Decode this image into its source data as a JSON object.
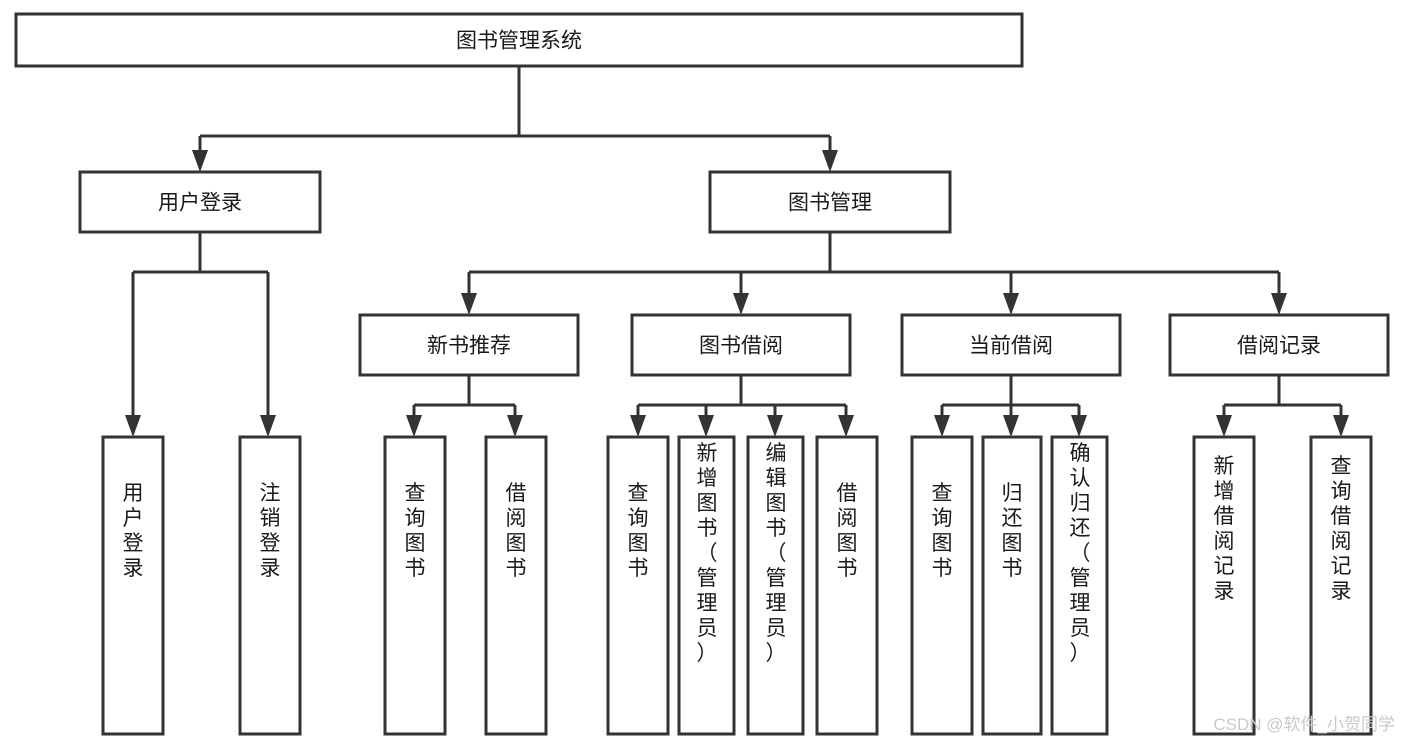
{
  "diagram": {
    "type": "tree-flowchart",
    "title_node": {
      "id": "root",
      "label": "图书管理系统"
    },
    "levels": [
      {
        "level": 1,
        "nodes": [
          {
            "id": "root",
            "label": "图书管理系统",
            "orientation": "horizontal"
          }
        ]
      },
      {
        "level": 2,
        "nodes": [
          {
            "id": "user-login",
            "label": "用户登录",
            "orientation": "horizontal",
            "parent": "root"
          },
          {
            "id": "book-manage",
            "label": "图书管理",
            "orientation": "horizontal",
            "parent": "root"
          }
        ]
      },
      {
        "level": 3,
        "nodes": [
          {
            "id": "new-book-rec",
            "label": "新书推荐",
            "orientation": "horizontal",
            "parent": "book-manage"
          },
          {
            "id": "book-borrow",
            "label": "图书借阅",
            "orientation": "horizontal",
            "parent": "book-manage"
          },
          {
            "id": "current-borrow",
            "label": "当前借阅",
            "orientation": "horizontal",
            "parent": "book-manage"
          },
          {
            "id": "borrow-record",
            "label": "借阅记录",
            "orientation": "horizontal",
            "parent": "book-manage"
          }
        ]
      },
      {
        "level": 4,
        "nodes": [
          {
            "id": "leaf-user-login",
            "label": "用户登录",
            "orientation": "vertical",
            "parent": "user-login"
          },
          {
            "id": "leaf-logout",
            "label": "注销登录",
            "orientation": "vertical",
            "parent": "user-login"
          },
          {
            "id": "leaf-query-book-1",
            "label": "查询图书",
            "orientation": "vertical",
            "parent": "new-book-rec"
          },
          {
            "id": "leaf-borrow-book-1",
            "label": "借阅图书",
            "orientation": "vertical",
            "parent": "new-book-rec"
          },
          {
            "id": "leaf-query-book-2",
            "label": "查询图书",
            "orientation": "vertical",
            "parent": "book-borrow"
          },
          {
            "id": "leaf-add-book",
            "label": "新增图书（管理员）",
            "orientation": "vertical",
            "parent": "book-borrow"
          },
          {
            "id": "leaf-edit-book",
            "label": "编辑图书（管理员）",
            "orientation": "vertical",
            "parent": "book-borrow"
          },
          {
            "id": "leaf-borrow-book-2",
            "label": "借阅图书",
            "orientation": "vertical",
            "parent": "book-borrow"
          },
          {
            "id": "leaf-query-book-3",
            "label": "查询图书",
            "orientation": "vertical",
            "parent": "current-borrow"
          },
          {
            "id": "leaf-return-book",
            "label": "归还图书",
            "orientation": "vertical",
            "parent": "current-borrow"
          },
          {
            "id": "leaf-confirm-return",
            "label": "确认归还（管理员）",
            "orientation": "vertical",
            "parent": "current-borrow"
          },
          {
            "id": "leaf-add-record",
            "label": "新增借阅记录",
            "orientation": "vertical",
            "parent": "borrow-record"
          },
          {
            "id": "leaf-query-record",
            "label": "查询借阅记录",
            "orientation": "vertical",
            "parent": "borrow-record"
          }
        ]
      }
    ]
  },
  "watermark": {
    "text": "CSDN @软件_小贺同学"
  },
  "colors": {
    "stroke": "#333333",
    "node_fill": "#ffffff",
    "text": "#1a1a1a",
    "watermark": "#c9c9c9",
    "background": "#ffffff"
  }
}
